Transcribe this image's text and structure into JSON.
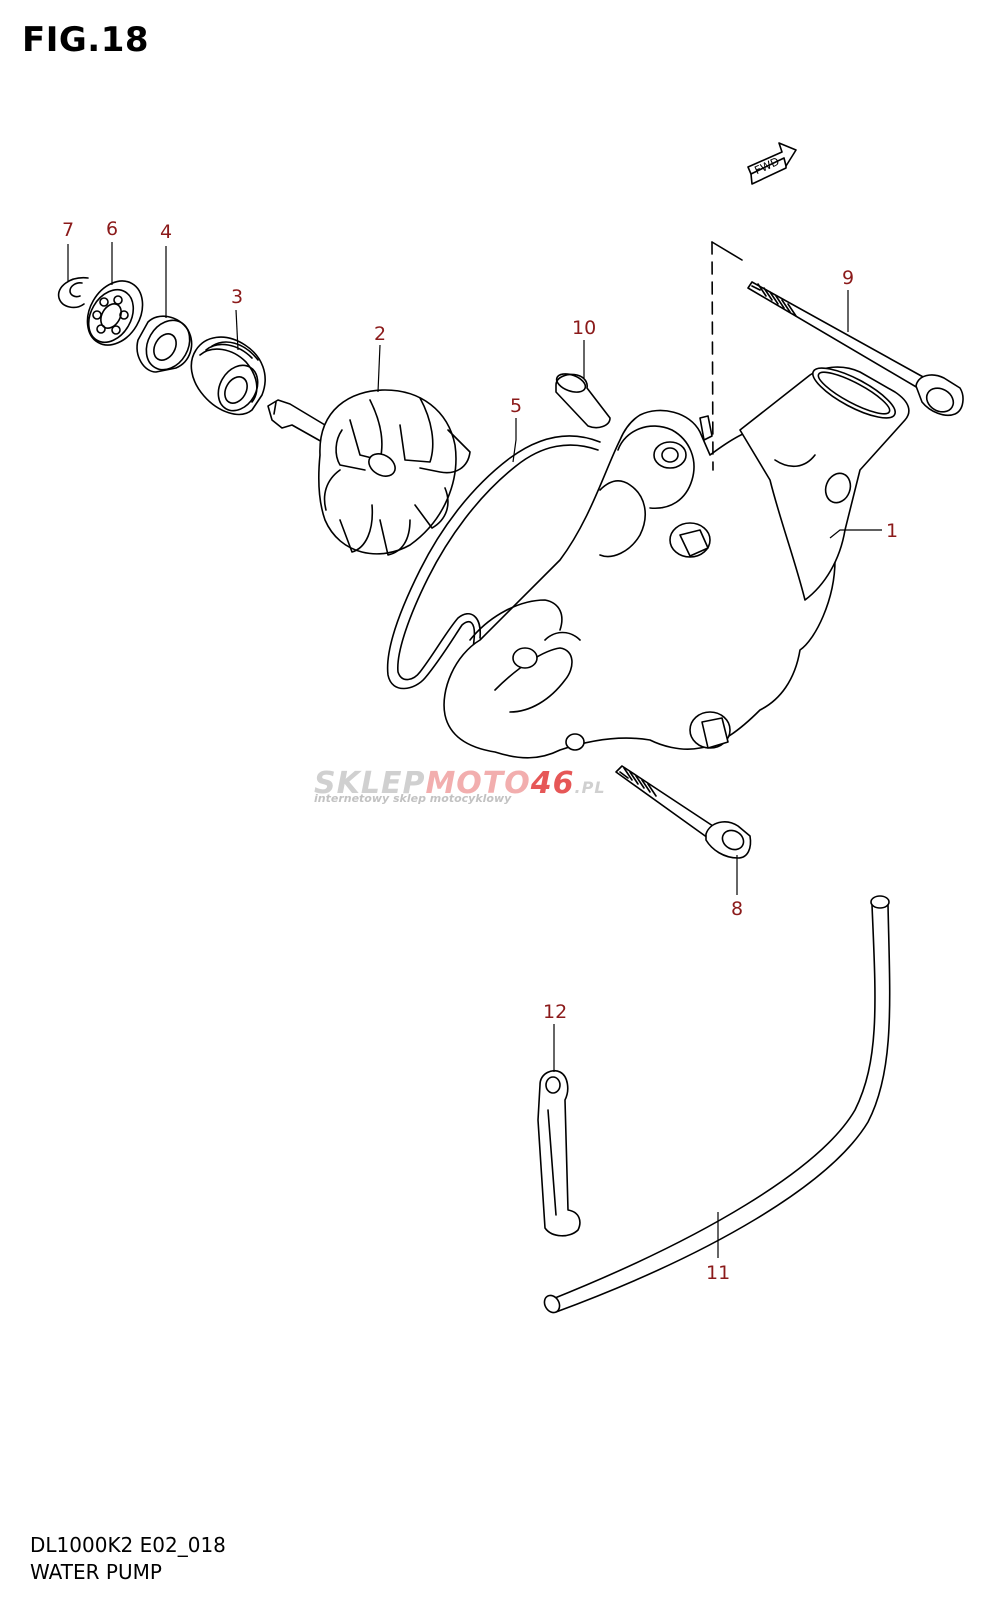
{
  "figure": {
    "title": "FIG.18",
    "model_code": "DL1000K2 E02_018",
    "section_name": "WATER PUMP"
  },
  "direction_marker": {
    "label": "FWD",
    "icon": "fwd-arrow-icon"
  },
  "watermark": {
    "brand_part1": "SKLEP",
    "brand_part2": "MOTO",
    "brand_number": "46",
    "brand_tld": ".PL",
    "tagline": "internetowy sklep motocyklowy"
  },
  "colors": {
    "callout_text": "#8b1a1a",
    "line_art": "#000000",
    "watermark_grey": "#c8c8c8",
    "watermark_red": "#e23a3a"
  },
  "callouts": [
    "1",
    "2",
    "3",
    "4",
    "5",
    "6",
    "7",
    "8",
    "9",
    "10",
    "11",
    "12"
  ]
}
